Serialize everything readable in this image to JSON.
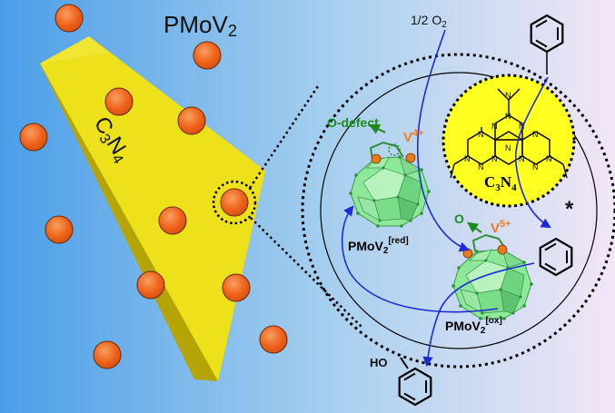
{
  "labels": {
    "pmov2_title": "PMoV",
    "pmov2_title_sub": "2",
    "c3n4_sheet": "C",
    "c3n4_sheet_sub3": "3",
    "c3n4_sheet_n": "N",
    "c3n4_sheet_sub4": "4",
    "half_o2": "1/2 O",
    "half_o2_sub": "2",
    "o_defect": "O-defect",
    "v4_base": "V",
    "v4_sup": "4+",
    "v5_base": "V",
    "v5_sup": "5+",
    "o_label": "O",
    "c3n4_core_c": "C",
    "c3n4_core_3": "3",
    "c3n4_core_n": "N",
    "c3n4_core_4": "4",
    "red_base": "PMoV",
    "red_sub": "2",
    "red_sup": "[red]",
    "ox_base": "PMoV",
    "ox_sub": "2",
    "ox_sup": "[ox]",
    "star": "*",
    "ho": "HO",
    "ring_n": "N"
  },
  "colors": {
    "background_left": "#4a9ee8",
    "background_right": "#f2e6f6",
    "sheet_face": "#ede11b",
    "sheet_side": "#c9b80c",
    "particle": "#f26a1b",
    "c3n4_disc": "#ffff22",
    "arrow_blue": "#1d2bd6",
    "green_label": "#1c8a1c",
    "orange_label": "#f07d1e",
    "cluster_green": "#8ee89a"
  }
}
